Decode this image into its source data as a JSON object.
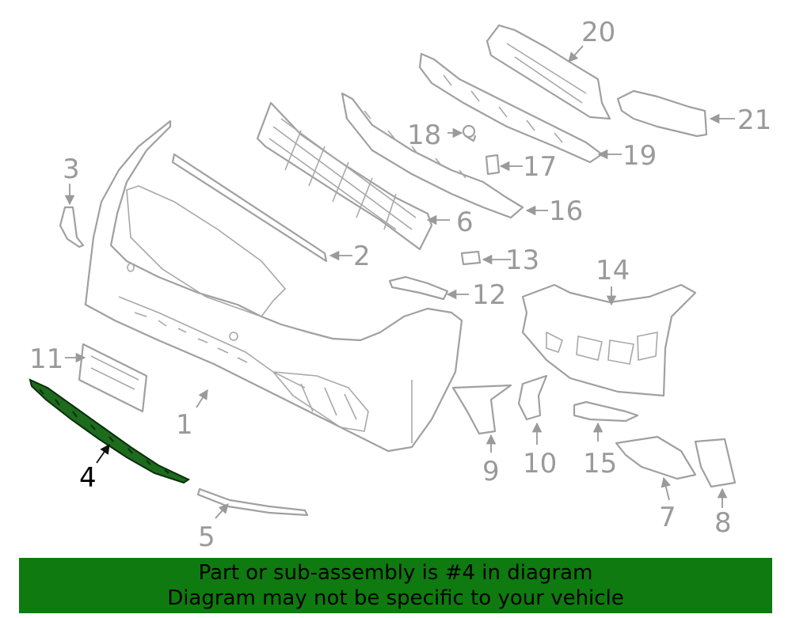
{
  "diagram": {
    "callouts": [
      "1",
      "2",
      "3",
      "4",
      "5",
      "6",
      "7",
      "8",
      "9",
      "10",
      "11",
      "12",
      "13",
      "14",
      "15",
      "16",
      "17",
      "18",
      "19",
      "20",
      "21"
    ],
    "highlighted_callout": "4",
    "highlight_color": "#1d6b1d"
  },
  "banner": {
    "line1": "Part or sub-assembly is #4 in diagram",
    "line2": "Diagram may not be specific to your vehicle",
    "background": "#0f7a0f"
  }
}
